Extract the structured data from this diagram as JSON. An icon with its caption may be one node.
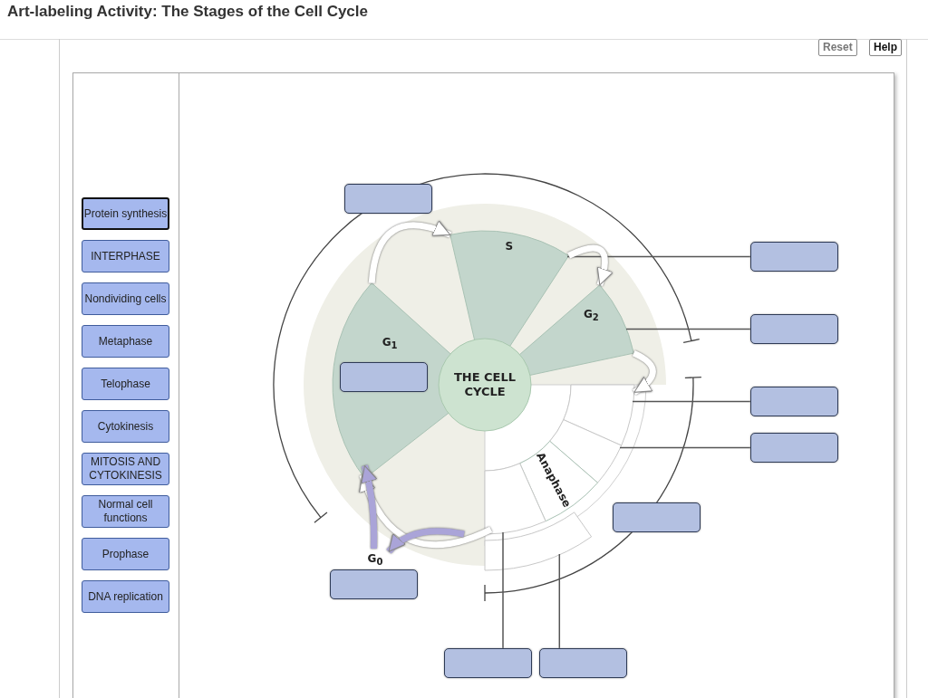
{
  "diagram": {
    "title": "Art-labeling Activity: The Stages of the Cell Cycle",
    "nodes": [
      {
        "text": [
          "Protein synthesis"
        ]
      },
      {
        "text": [
          "INTERPHASE"
        ]
      },
      {
        "text": [
          "Nondividing cells"
        ]
      },
      {
        "text": [
          "Metaphase"
        ]
      },
      {
        "text": [
          "Telophase"
        ]
      },
      {
        "text": [
          "Cytokinesis"
        ]
      },
      {
        "text": [
          "MITOSIS AND CYTOKINESIS"
        ]
      },
      {
        "text": [
          "Normal cell functions"
        ]
      },
      {
        "text": [
          "Prophase"
        ]
      },
      {
        "text": [
          "DNA replication"
        ]
      },
      {
        "text": [],
        "shape": "box"
      },
      {
        "text": [
          "S"
        ]
      },
      {
        "text": [],
        "shape": "box"
      },
      {
        "text": [
          "G$_{2}$"
        ]
      },
      {
        "text": [],
        "shape": "box"
      },
      {
        "text": [
          "G$_{1}$"
        ]
      },
      {
        "text": [],
        "shape": "box",
        "in": 15
      },
      {
        "text": [
          "THE CELL CYCLE"
        ]
      },
      {
        "text": [],
        "shape": "wedge"
      },
      {
        "text": [],
        "shape": "box"
      },
      {
        "text": [],
        "shape": "wedge"
      },
      {
        "text": [],
        "shape": "box"
      },
      {
        "text": [
          "Anaphase"
        ]
      },
      {
        "text": [],
        "shape": "wedge"
      },
      {
        "text": [],
        "shape": "band"
      },
      {
        "text": [],
        "shape": "box"
      },
      {
        "text": [
          "G$_{0}$"
        ]
      },
      {
        "text": [],
        "shape": "box"
      },
      {
        "text": [],
        "shape": "box"
      },
      {
        "text": [],
        "shape": "box"
      }
    ],
    "edges": [
      {
        "from": 12,
        "to": 11,
        "arrow": "none"
      },
      {
        "from": 14,
        "to": 13,
        "arrow": "none"
      },
      {
        "from": 19,
        "to": 18,
        "arrow": "none"
      },
      {
        "from": 21,
        "to": 20,
        "arrow": "none"
      },
      {
        "from": 28,
        "to": 23,
        "arrow": "none"
      },
      {
        "from": 29,
        "to": 24,
        "arrow": "none"
      },
      {
        "from": 15,
        "to": 11,
        "arrow": "to",
        "style": "thick",
        "color": "#ffffff"
      },
      {
        "from": 11,
        "to": 13,
        "arrow": "to",
        "style": "thick",
        "color": "#ffffff"
      },
      {
        "from": 13,
        "to": 18,
        "arrow": "to",
        "style": "thick",
        "color": "#ffffff"
      },
      {
        "from": 23,
        "to": 15,
        "arrow": "to",
        "style": "thick",
        "color": "#ffffff"
      },
      {
        "from": null,
        "to": 26,
        "arrow": "to",
        "style": "thick",
        "color": "#aaa4d8"
      },
      {
        "from": 26,
        "to": 15,
        "arrow": "to",
        "style": "thick",
        "color": "#aaa4d8"
      }
    ],
    "labels": [
      "Reset",
      "Help"
    ]
  }
}
